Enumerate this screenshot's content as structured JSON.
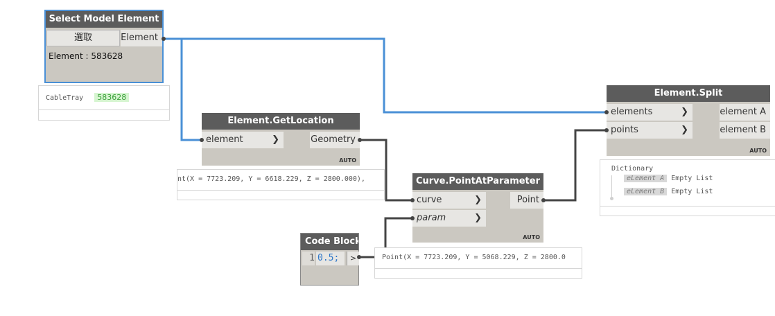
{
  "nodes": {
    "select_model_element": {
      "title": "Select Model Element",
      "select_button": "選取",
      "output_port": "Element",
      "status": "Element : 583628",
      "preview_type": "CableTray",
      "preview_id": "583628"
    },
    "element_get_location": {
      "title": "Element.GetLocation",
      "input_port": "element",
      "output_port": "Geometry",
      "lacing": "AUTO",
      "preview": "nt(X = 7723.209, Y = 6618.229, Z = 2800.000),"
    },
    "curve_point_at_parameter": {
      "title": "Curve.PointAtParameter",
      "inputs": [
        "curve",
        "param"
      ],
      "output_port": "Point",
      "lacing": "AUTO",
      "preview": "Point(X = 7723.209, Y = 5068.229, Z = 2800.0"
    },
    "code_block": {
      "title": "Code Block",
      "line_number": "1",
      "code": "0.5;",
      "output_port": ">"
    },
    "element_split": {
      "title": "Element.Split",
      "inputs": [
        "elements",
        "points"
      ],
      "outputs": [
        "element A",
        "element B"
      ],
      "lacing": "AUTO",
      "preview_header": "Dictionary",
      "preview_rows": [
        {
          "key": "eLement A",
          "value": "Empty List"
        },
        {
          "key": "eLement B",
          "value": "Empty List"
        }
      ]
    }
  },
  "colors": {
    "node_header": "#5c5c5c",
    "node_body": "#cbc8c1",
    "port_bg": "#e7e6e3",
    "selected_wire": "#4a90d6",
    "wire": "#444444",
    "code_number": "#2f78c9",
    "preview_value_bg": "#d6f5d0"
  }
}
